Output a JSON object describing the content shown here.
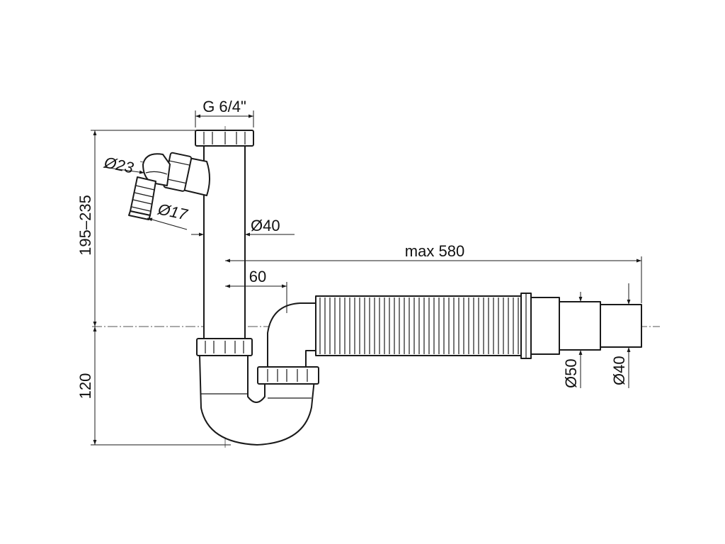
{
  "diagram": {
    "labels": {
      "thread": "G 6/4\"",
      "height_range": "195–235",
      "height_lower": "120",
      "d23": "Ø23",
      "d17": "Ø17",
      "d40_pipe": "Ø40",
      "max_length": "max 580",
      "offset": "60",
      "d50": "Ø50",
      "d40_outlet": "Ø40"
    },
    "colors": {
      "line": "#1a1a1a",
      "background": "#ffffff"
    }
  }
}
